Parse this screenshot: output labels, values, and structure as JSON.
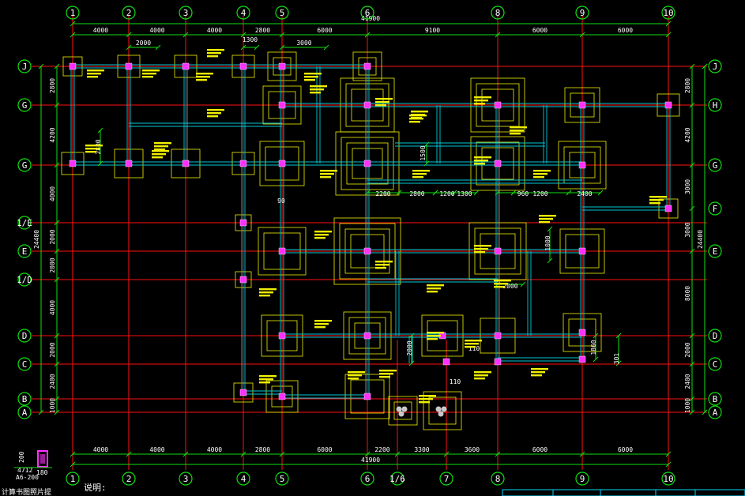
{
  "colors": {
    "background": "#000000",
    "grid_line": "#ff1010",
    "dim_line": "#10e010",
    "beam": "#00c8d8",
    "footing": "#f0f000",
    "column": "#ff30ff",
    "text": "#ffffff",
    "title_block": "#00d8ff"
  },
  "grid": {
    "x_axes": [
      "1",
      "2",
      "3",
      "4",
      "5",
      "6",
      "8",
      "9",
      "10"
    ],
    "x_extra_bottom": [
      "1/6",
      "7"
    ],
    "y_axes_left": [
      "J",
      "G",
      "G",
      "1/E",
      "E",
      "1/D",
      "D",
      "C",
      "B",
      "A"
    ],
    "y_axes_right": [
      "J",
      "H",
      "G",
      "F",
      "E",
      "D",
      "C",
      "B",
      "A"
    ]
  },
  "dimensions": {
    "top_total": "41900",
    "top": [
      "4000",
      "4000",
      "4000",
      "2800",
      "6000",
      "9100",
      "6000",
      "6000"
    ],
    "top_sub": [
      "2000",
      "1300",
      "3000"
    ],
    "bottom_total": "41900",
    "bottom": [
      "4000",
      "4000",
      "4000",
      "2800",
      "6000",
      "2200",
      "3300",
      "3600",
      "6000",
      "6000"
    ],
    "left_total": "24400",
    "left": [
      "2800",
      "4200",
      "4000",
      "2000",
      "2000",
      "4000",
      "2000",
      "2400",
      "1000"
    ],
    "right_total": "24400",
    "right": [
      "2800",
      "4200",
      "3000",
      "3000",
      "8000",
      "2000",
      "2400",
      "1000"
    ],
    "interior": [
      "2800",
      "1200",
      "1300",
      "2200",
      "1500",
      "2400",
      "960",
      "1200",
      "2800",
      "2000",
      "1000",
      "2000",
      "110",
      "90",
      "110",
      "1860",
      "301"
    ]
  },
  "legend": {
    "dim": "200",
    "top_label": "4712",
    "bottom_label": "A6-200",
    "side_label": "180"
  },
  "notes": {
    "title": "说明:",
    "caption": "计算书图照片提"
  }
}
